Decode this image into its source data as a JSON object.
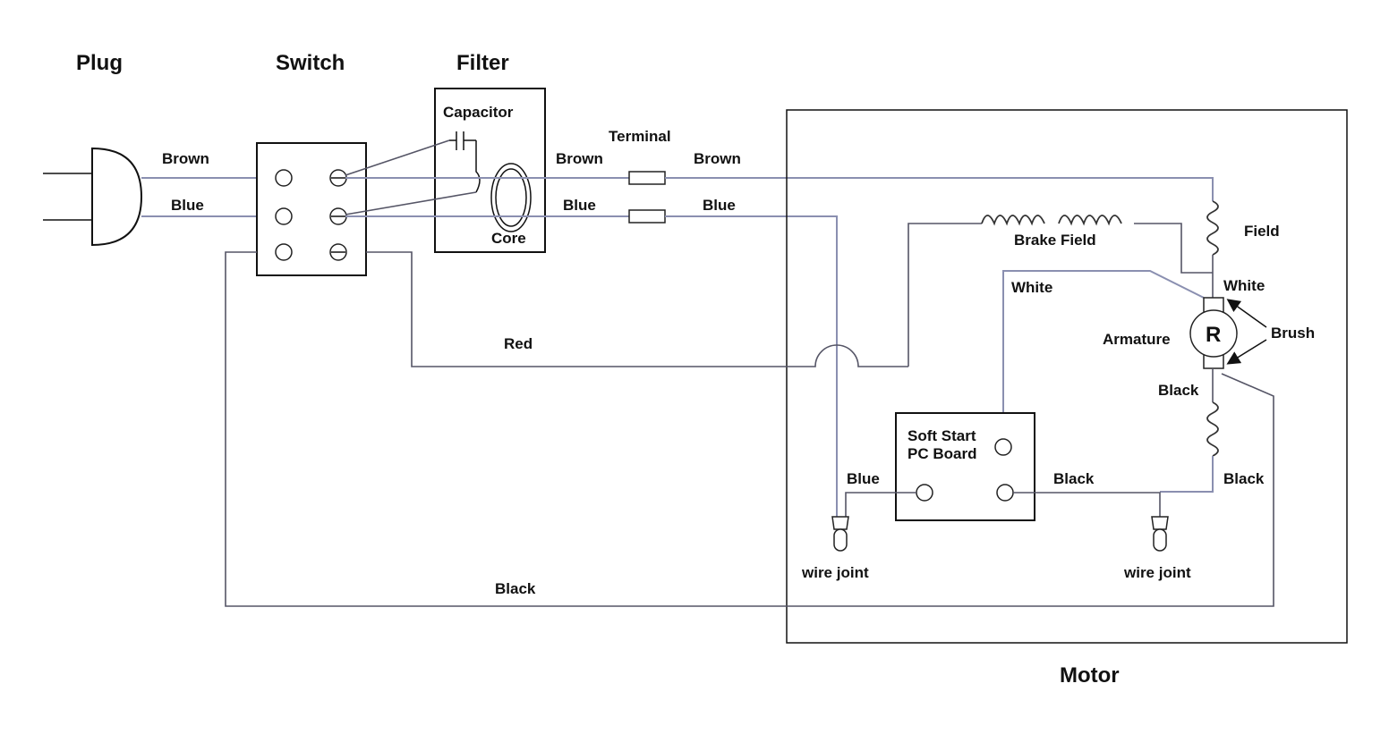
{
  "headers": {
    "plug": "Plug",
    "switch": "Switch",
    "filter": "Filter",
    "motor": "Motor"
  },
  "filter": {
    "capacitor": "Capacitor",
    "core": "Core"
  },
  "terminal": "Terminal",
  "wires": {
    "brown_in": "Brown",
    "blue_in": "Blue",
    "brown_mid": "Brown",
    "blue_mid": "Blue",
    "brown_out": "Brown",
    "blue_out": "Blue",
    "red": "Red",
    "black_bottom": "Black",
    "white_armature": "White",
    "white_board": "White",
    "black_armature": "Black",
    "black_right": "Black",
    "blue_board": "Blue",
    "black_board": "Black"
  },
  "motor_parts": {
    "field": "Field",
    "brake_field": "Brake Field",
    "armature": "Armature",
    "brush": "Brush",
    "armature_symbol": "R",
    "soft_start_line1": "Soft Start",
    "soft_start_line2": "PC Board",
    "wire_joint_left": "wire joint",
    "wire_joint_right": "wire joint"
  }
}
